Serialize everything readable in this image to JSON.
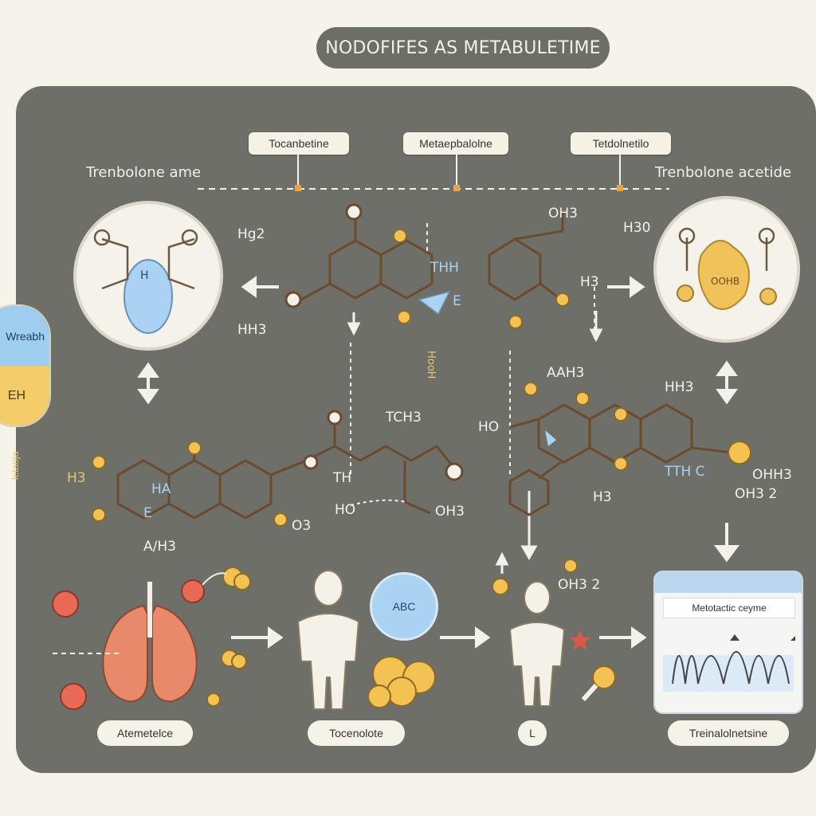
{
  "title": "NODOFIFES AS METABULETIME",
  "tags": {
    "left": "Tocanbetine",
    "middle": "Metaepbalolne",
    "right": "Tetdolnetilo"
  },
  "side_labels": {
    "left": "Trenbolone ame",
    "right": "Trenbolone acetide"
  },
  "capsule": {
    "top": "Wreabh",
    "bottom": "EH"
  },
  "formulas": {
    "hg2": "Hg2",
    "hh3_left": "HH3",
    "h3o": "H30",
    "h3_right": "H3",
    "thh": "THH",
    "tch3": "TCH3",
    "ho_mid": "HO",
    "oh3_mid": "OH3",
    "th_mid": "TH",
    "h3_left": "H3",
    "oh3_ring": "O3",
    "ahh3": "A/H3",
    "ho_right": "HO",
    "aah3": "AAH3",
    "hh3_right": "HH3",
    "h3_branch": "H3",
    "tthc": "TTH C",
    "ohh3": "OHH3",
    "oh2": "OH3 2",
    "oh2_bottom": "OH3 2",
    "oh3_top": "OH3",
    "e_label": "E",
    "ha": "HA",
    "b_label": "E",
    "hoh_vertical": "HooH"
  },
  "left_circle_label": "H",
  "right_circle_label": "OOHB",
  "rot_label": "letaoja",
  "abc": "ABC",
  "bottom_labels": {
    "one": "Atemetelce",
    "two": "Tocenolote",
    "three": "L",
    "four": "Treinalolnetsine"
  },
  "chart_card": {
    "title": "Metotactic ceyme"
  }
}
